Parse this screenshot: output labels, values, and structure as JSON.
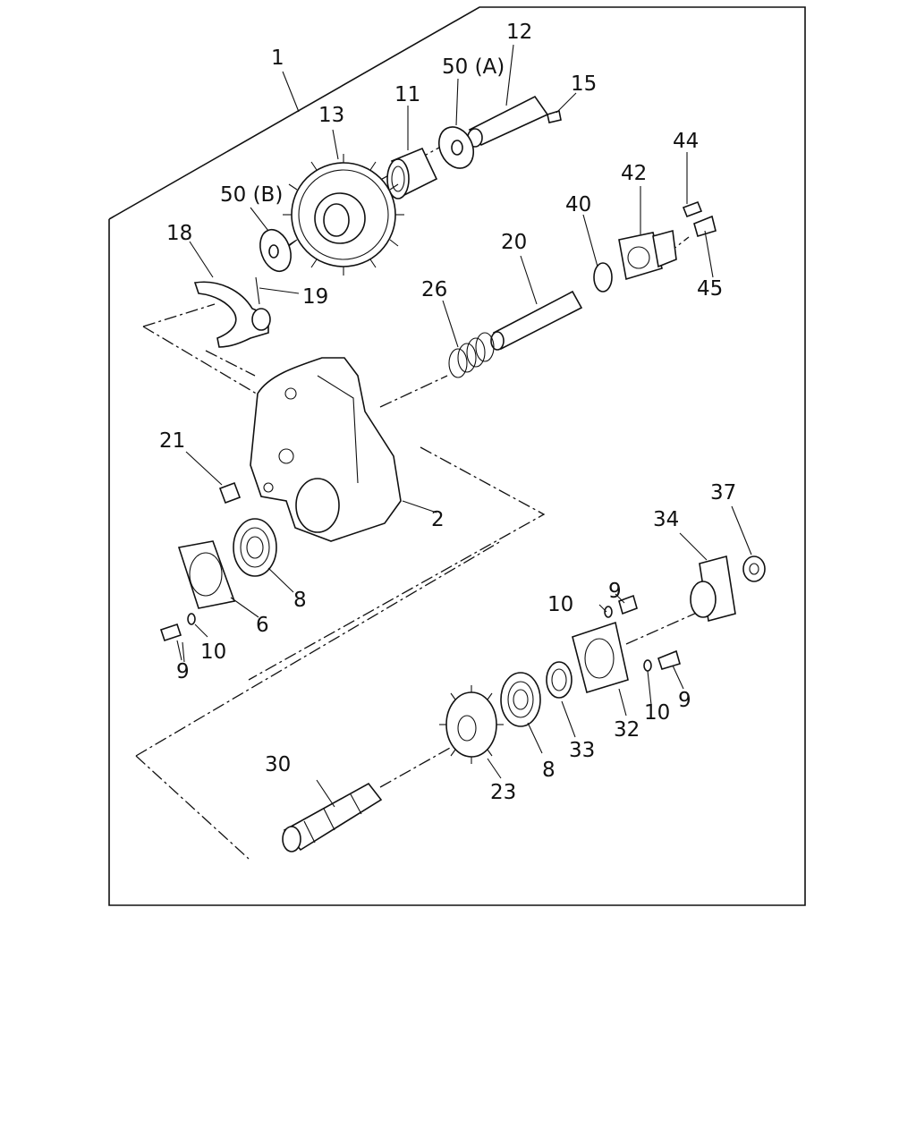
{
  "labels": {
    "l1": "1",
    "l2": "2",
    "l6": "6",
    "l8a": "8",
    "l8b": "8",
    "l9a": "9",
    "l9b": "9",
    "l9c": "9",
    "l10a": "10",
    "l10b": "10",
    "l10c": "10",
    "l11": "11",
    "l12": "12",
    "l13": "13",
    "l15": "15",
    "l18": "18",
    "l19": "19",
    "l20": "20",
    "l21": "21",
    "l23": "23",
    "l26": "26",
    "l30": "30",
    "l32": "32",
    "l33": "33",
    "l34": "34",
    "l37": "37",
    "l40": "40",
    "l42": "42",
    "l44": "44",
    "l45": "45",
    "l50a": "50 (A)",
    "l50b": "50 (B)"
  }
}
